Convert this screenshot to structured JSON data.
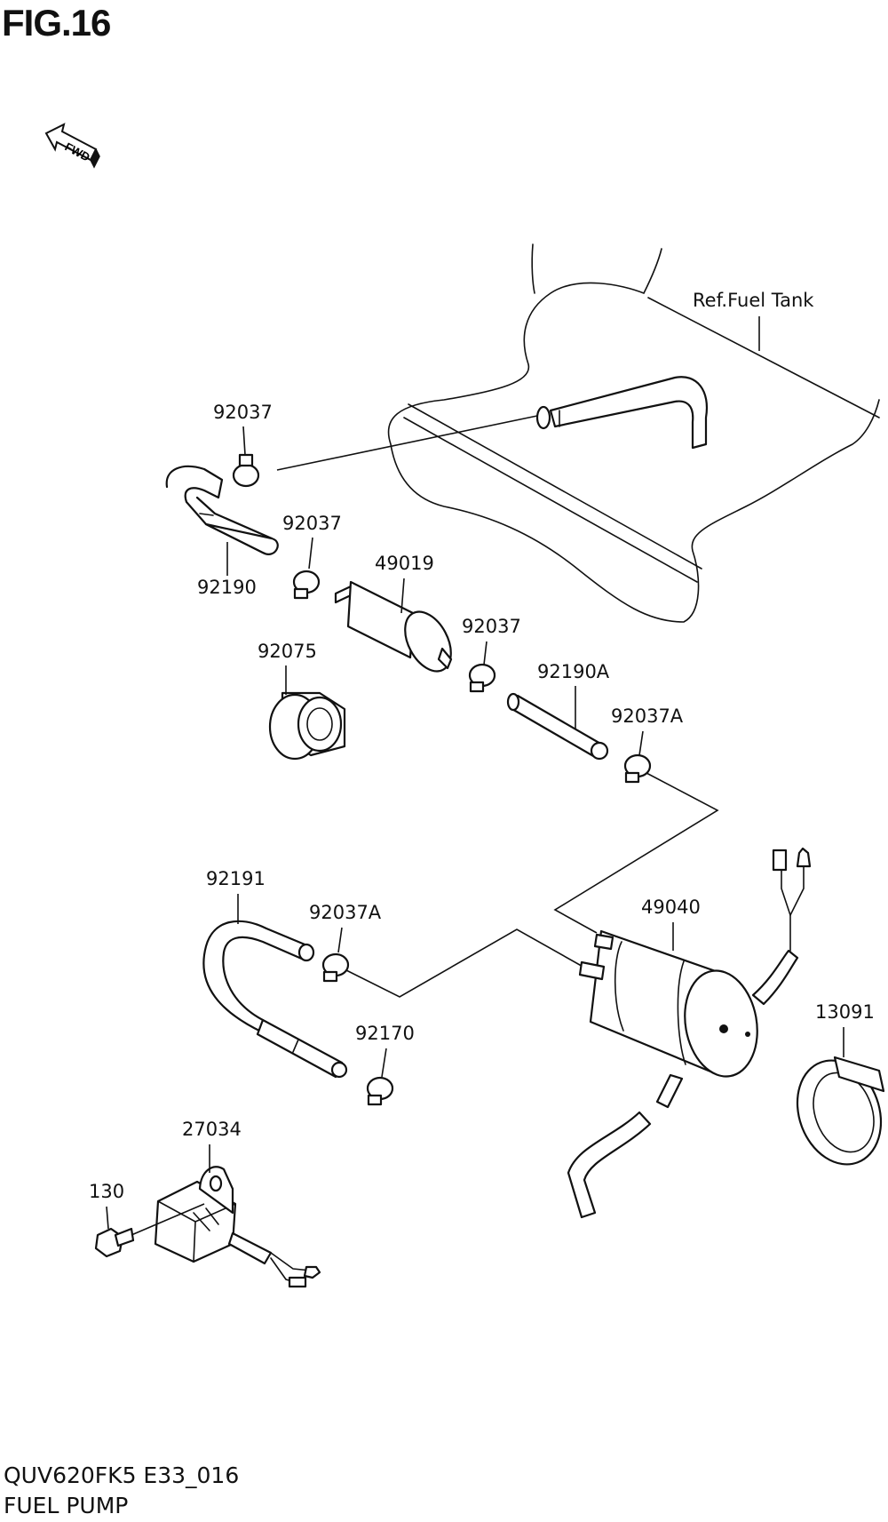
{
  "figure": {
    "title": "FIG.16",
    "code": "QUV620FK5 E33_016",
    "name": "FUEL PUMP"
  },
  "fwd_label": "FWD",
  "ref_label": "Ref.Fuel Tank",
  "parts": [
    {
      "id": "p-92037-a",
      "label": "92037"
    },
    {
      "id": "p-92190",
      "label": "92190"
    },
    {
      "id": "p-92037-b",
      "label": "92037"
    },
    {
      "id": "p-49019",
      "label": "49019"
    },
    {
      "id": "p-92075",
      "label": "92075"
    },
    {
      "id": "p-92037-c",
      "label": "92037"
    },
    {
      "id": "p-92190a",
      "label": "92190A"
    },
    {
      "id": "p-92037a-a",
      "label": "92037A"
    },
    {
      "id": "p-92191",
      "label": "92191"
    },
    {
      "id": "p-92037a-b",
      "label": "92037A"
    },
    {
      "id": "p-49040",
      "label": "49040"
    },
    {
      "id": "p-92170",
      "label": "92170"
    },
    {
      "id": "p-13091",
      "label": "13091"
    },
    {
      "id": "p-27034",
      "label": "27034"
    },
    {
      "id": "p-130",
      "label": "130"
    }
  ]
}
